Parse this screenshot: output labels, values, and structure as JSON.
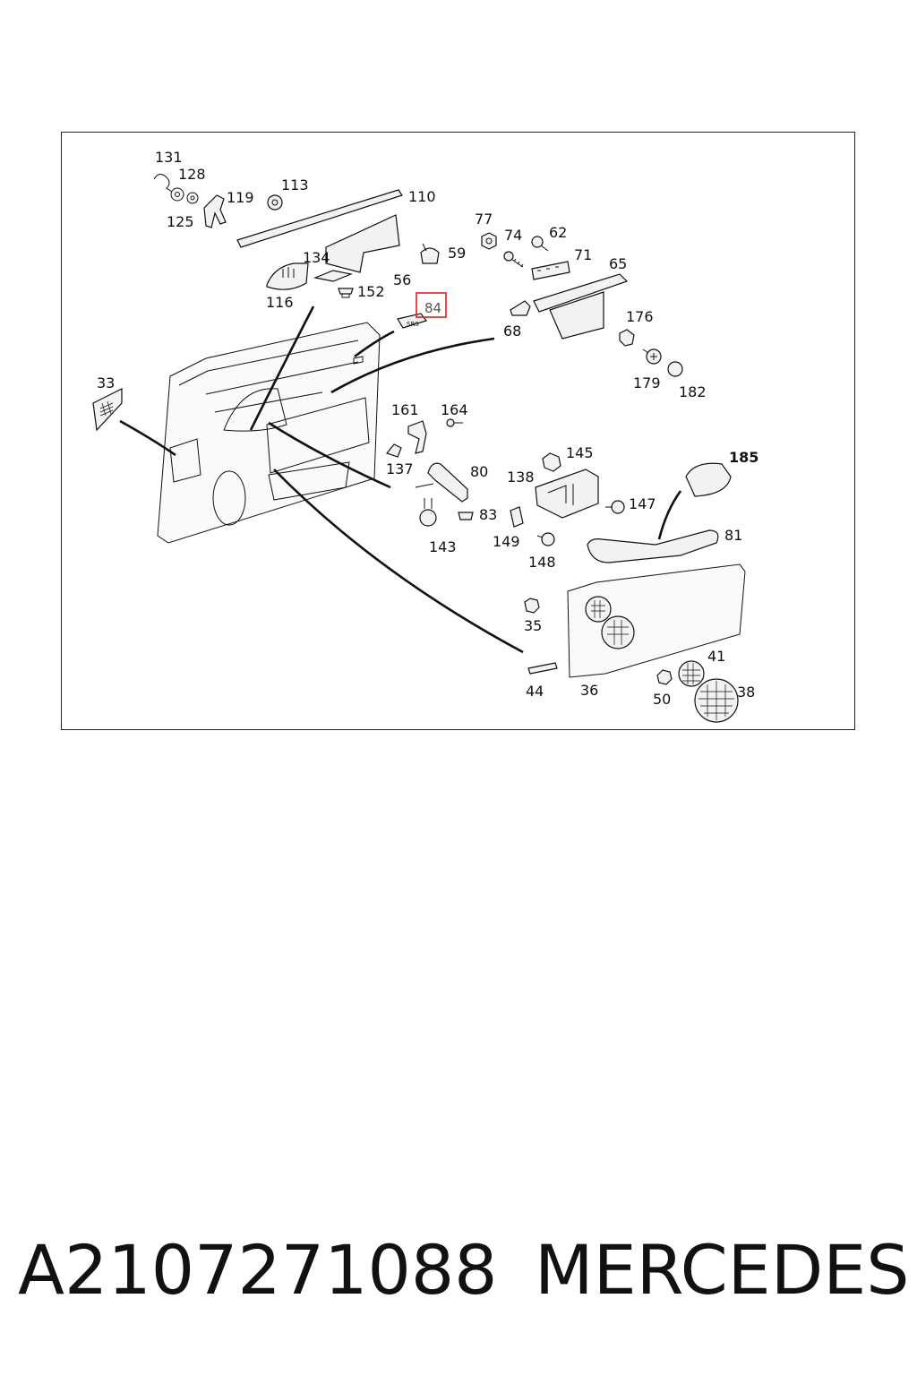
{
  "diagram": {
    "callouts": [
      "131",
      "128",
      "125",
      "119",
      "113",
      "110",
      "134",
      "116",
      "152",
      "56",
      "84",
      "59",
      "77",
      "74",
      "62",
      "71",
      "65",
      "68",
      "176",
      "179",
      "182",
      "33",
      "161",
      "164",
      "137",
      "80",
      "83",
      "143",
      "145",
      "138",
      "147",
      "149",
      "148",
      "185",
      "81",
      "35",
      "44",
      "36",
      "50",
      "41",
      "38"
    ],
    "highlighted_callout": "84",
    "highlight_color": "#e02020"
  },
  "footer": {
    "part_number": "A2107271088",
    "brand": "MERCEDES"
  }
}
